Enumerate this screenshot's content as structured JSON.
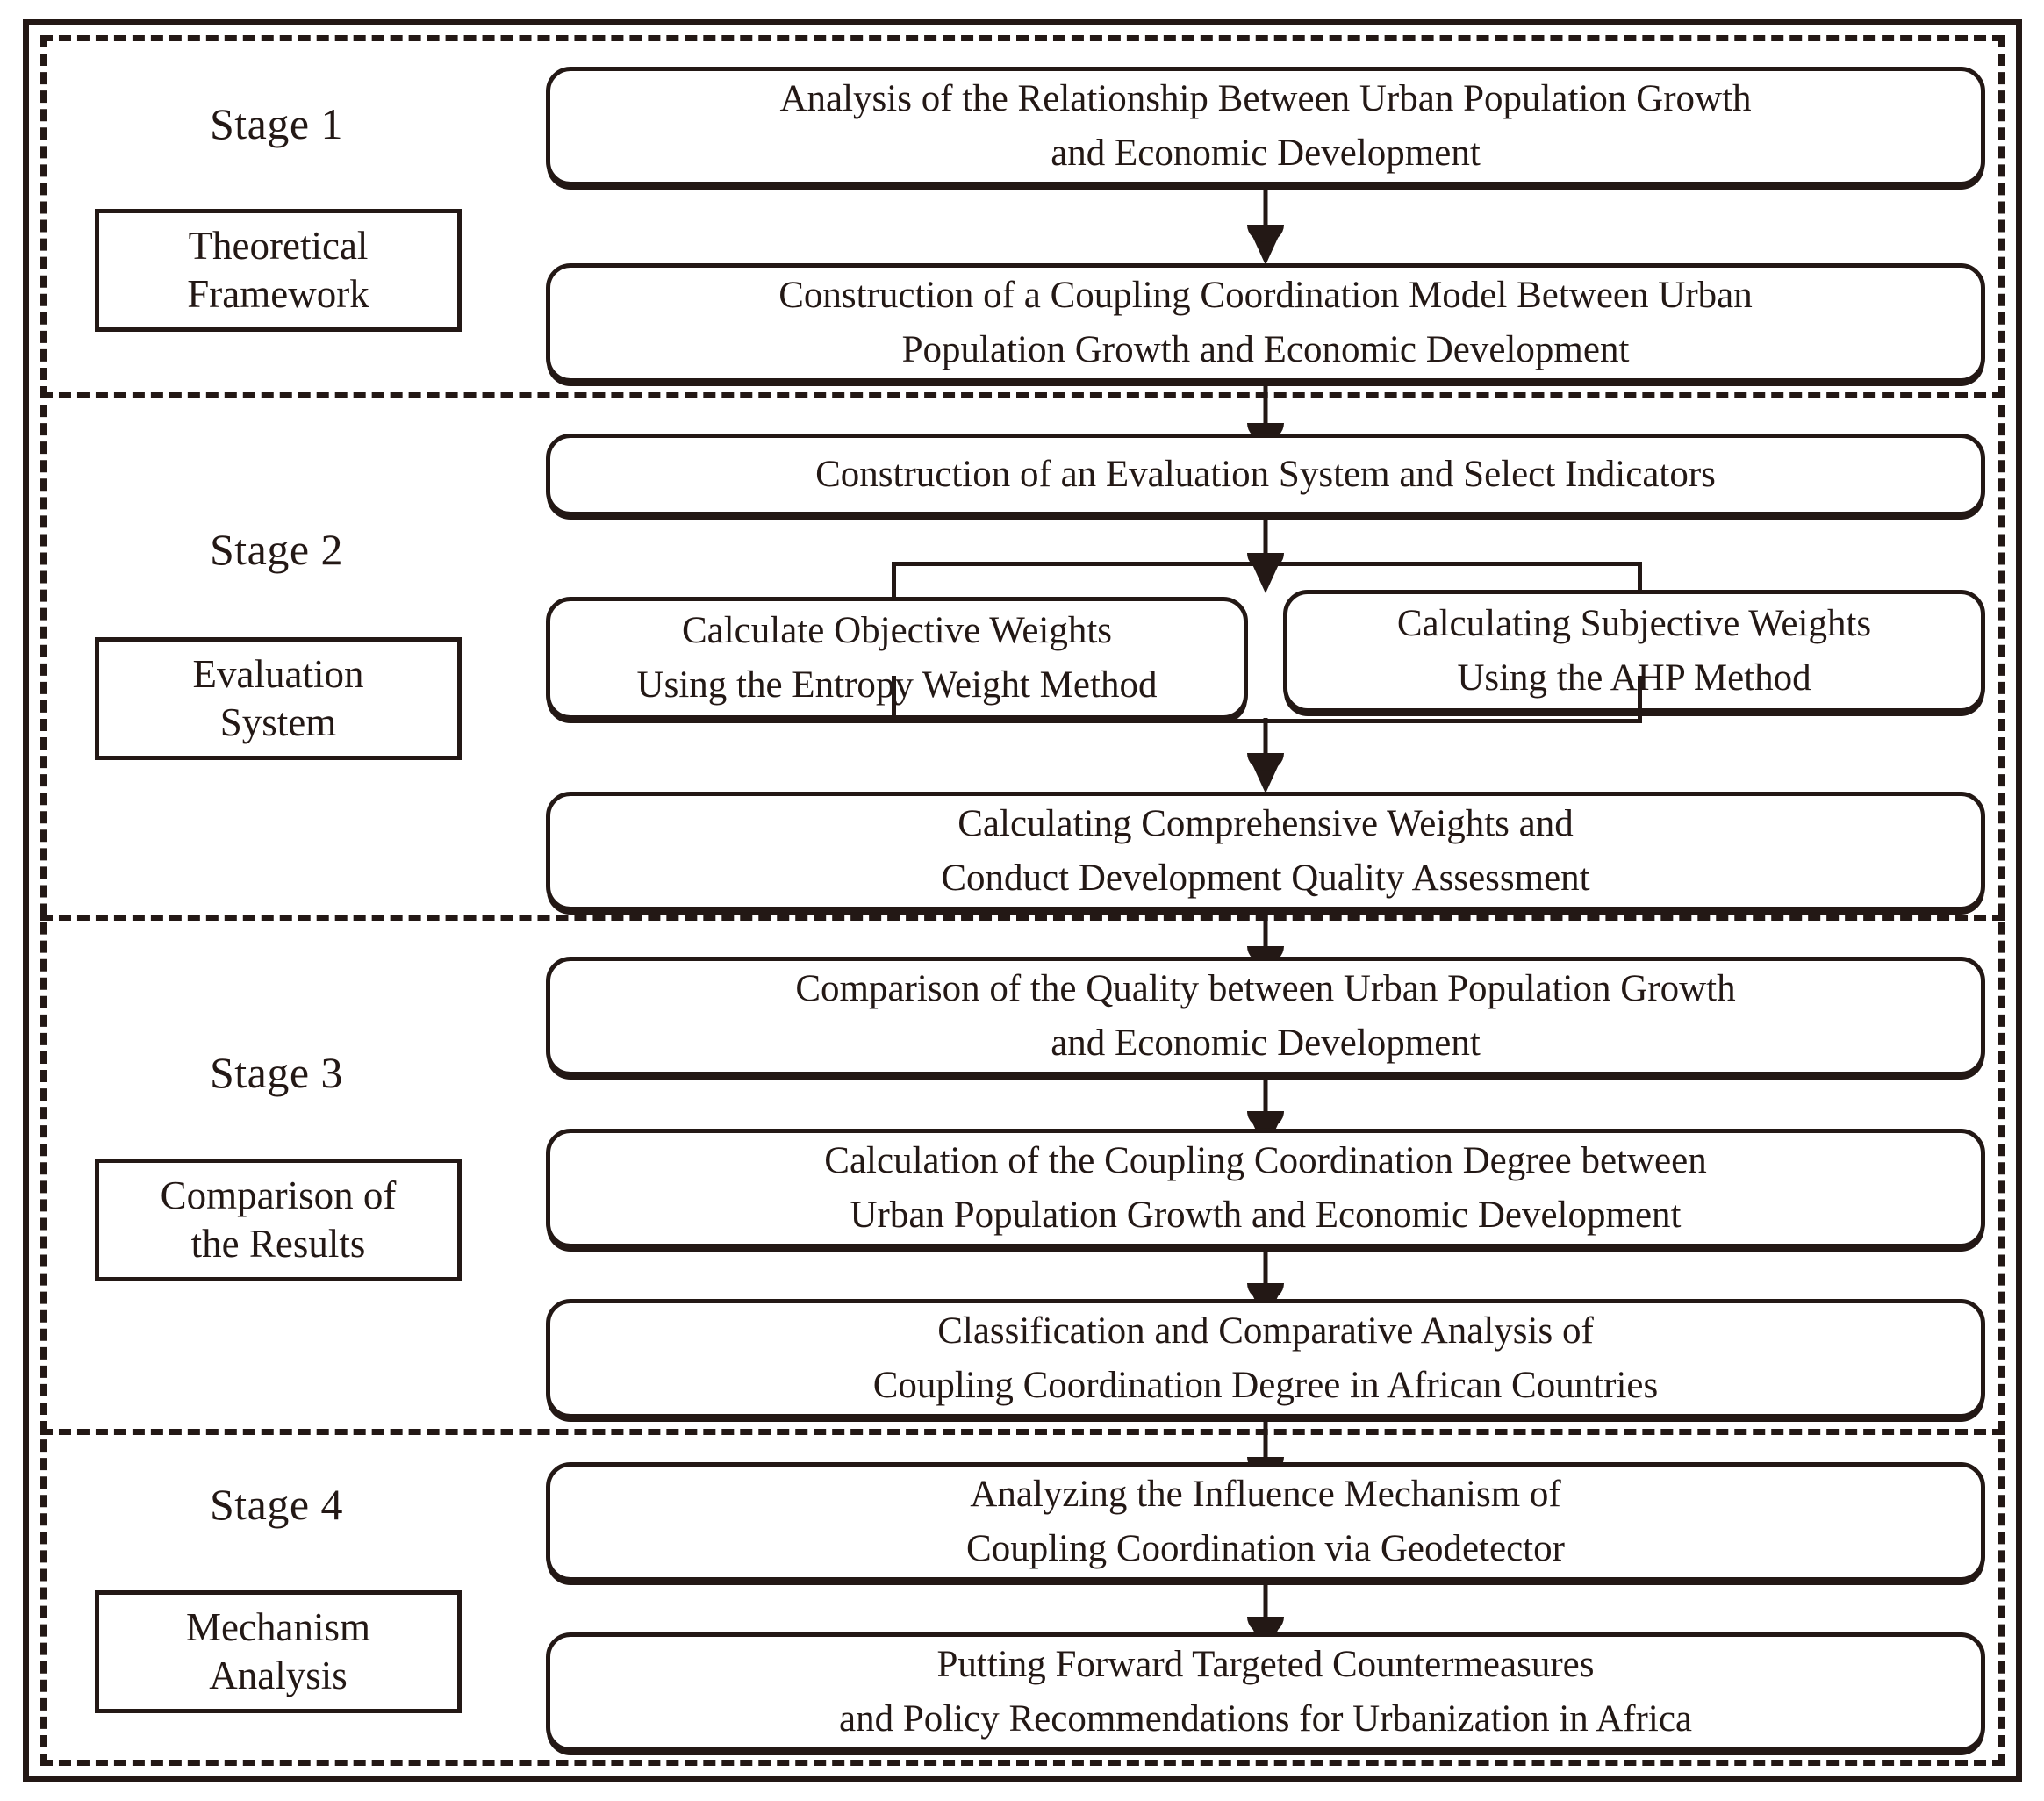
{
  "diagram": {
    "title": "Research framework flowchart",
    "accent_color": "#231815",
    "background": "#ffffff"
  },
  "stages": [
    {
      "id": "stage-1",
      "label": "Stage 1",
      "box_label_line1": "Theoretical",
      "box_label_line2": "Framework"
    },
    {
      "id": "stage-2",
      "label": "Stage 2",
      "box_label_line1": "Evaluation",
      "box_label_line2": "System"
    },
    {
      "id": "stage-3",
      "label": "Stage 3",
      "box_label_line1": "Comparison of",
      "box_label_line2": "the Results"
    },
    {
      "id": "stage-4",
      "label": "Stage 4",
      "box_label_line1": "Mechanism",
      "box_label_line2": "Analysis"
    }
  ],
  "nodes": [
    {
      "id": "n1",
      "stage": "stage-1",
      "line1": "Analysis of the Relationship Between Urban Population Growth",
      "line2": "and Economic Development"
    },
    {
      "id": "n2",
      "stage": "stage-1",
      "line1": "Construction of a Coupling Coordination Model Between Urban",
      "line2": "Population Growth and Economic Development"
    },
    {
      "id": "n3",
      "stage": "stage-2",
      "line1": "Construction of an Evaluation System and Select Indicators",
      "line2": ""
    },
    {
      "id": "n4",
      "stage": "stage-2",
      "line1": "Calculate Objective Weights",
      "line2": "Using the Entropy Weight Method"
    },
    {
      "id": "n5",
      "stage": "stage-2",
      "line1": "Calculating Subjective Weights",
      "line2": "Using the AHP Method"
    },
    {
      "id": "n6",
      "stage": "stage-2",
      "line1": "Calculating Comprehensive Weights and",
      "line2": "Conduct Development Quality Assessment"
    },
    {
      "id": "n7",
      "stage": "stage-3",
      "line1": "Comparison of the Quality between Urban Population Growth",
      "line2": "and Economic Development"
    },
    {
      "id": "n8",
      "stage": "stage-3",
      "line1": "Calculation of the Coupling Coordination Degree between",
      "line2": "Urban Population Growth and Economic Development"
    },
    {
      "id": "n9",
      "stage": "stage-3",
      "line1": "Classification and Comparative Analysis of",
      "line2": "Coupling Coordination Degree in African Countries"
    },
    {
      "id": "n10",
      "stage": "stage-4",
      "line1": "Analyzing the Influence Mechanism of",
      "line2": "Coupling Coordination via Geodetector"
    },
    {
      "id": "n11",
      "stage": "stage-4",
      "line1": "Putting Forward Targeted Countermeasures",
      "line2": "and Policy Recommendations for Urbanization in Africa"
    }
  ]
}
